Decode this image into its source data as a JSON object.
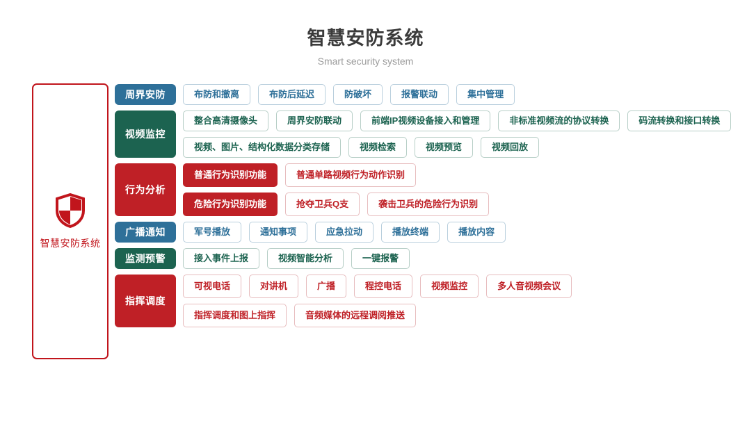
{
  "header": {
    "title": "智慧安防系统",
    "subtitle": "Smart security system"
  },
  "brand": {
    "icon": "shield-icon",
    "label": "智慧安防系统",
    "border_color": "#c1151c",
    "text_color": "#c1151c"
  },
  "colors": {
    "blue": "#2e7099",
    "green": "#1c6350",
    "red": "#bf2026",
    "title": "#3b3b3b",
    "subtitle": "#9b9b9b"
  },
  "categories": [
    {
      "label": "周界安防",
      "color": "blue",
      "rows": [
        [
          {
            "label": "布防和撤离",
            "style": "blue"
          },
          {
            "label": "布防后延迟",
            "style": "blue"
          },
          {
            "label": "防破坏",
            "style": "blue"
          },
          {
            "label": "报警联动",
            "style": "blue"
          },
          {
            "label": "集中管理",
            "style": "blue"
          }
        ]
      ]
    },
    {
      "label": "视频监控",
      "color": "green",
      "rows": [
        [
          {
            "label": "整合高清摄像头",
            "style": "green"
          },
          {
            "label": "周界安防联动",
            "style": "green"
          },
          {
            "label": "前端IP视频设备接入和管理",
            "style": "green"
          },
          {
            "label": "非标准视频流的协议转换",
            "style": "green"
          },
          {
            "label": "码流转换和接口转换",
            "style": "green"
          }
        ],
        [
          {
            "label": "视频、图片、结构化数据分类存储",
            "style": "green"
          },
          {
            "label": "视频检索",
            "style": "green"
          },
          {
            "label": "视频预览",
            "style": "green"
          },
          {
            "label": "视频回放",
            "style": "green"
          }
        ]
      ]
    },
    {
      "label": "行为分析",
      "color": "red",
      "rows": [
        [
          {
            "label": "普通行为识别功能",
            "style": "filled-red"
          },
          {
            "label": "普通单路视频行为动作识别",
            "style": "red"
          }
        ],
        [
          {
            "label": "危险行为识别功能",
            "style": "filled-red"
          },
          {
            "label": "抢夺卫兵Q支",
            "style": "red"
          },
          {
            "label": "袭击卫兵的危险行为识别",
            "style": "red"
          }
        ]
      ]
    },
    {
      "label": "广播通知",
      "color": "blue",
      "rows": [
        [
          {
            "label": "军号播放",
            "style": "blue"
          },
          {
            "label": "通知事项",
            "style": "blue"
          },
          {
            "label": "应急拉动",
            "style": "blue"
          },
          {
            "label": "播放终端",
            "style": "blue"
          },
          {
            "label": "播放内容",
            "style": "blue"
          }
        ]
      ]
    },
    {
      "label": "监测预警",
      "color": "green",
      "rows": [
        [
          {
            "label": "接入事件上报",
            "style": "green"
          },
          {
            "label": "视频智能分析",
            "style": "green"
          },
          {
            "label": "一键报警",
            "style": "green"
          }
        ]
      ]
    },
    {
      "label": "指挥调度",
      "color": "red",
      "rows": [
        [
          {
            "label": "可视电话",
            "style": "red"
          },
          {
            "label": "对讲机",
            "style": "red"
          },
          {
            "label": "广播",
            "style": "red"
          },
          {
            "label": "程控电话",
            "style": "red"
          },
          {
            "label": "视频监控",
            "style": "red"
          },
          {
            "label": "多人音视频会议",
            "style": "red"
          }
        ],
        [
          {
            "label": "指挥调度和图上指挥",
            "style": "red"
          },
          {
            "label": "音频媒体的远程调阅推送",
            "style": "red"
          }
        ]
      ]
    }
  ]
}
